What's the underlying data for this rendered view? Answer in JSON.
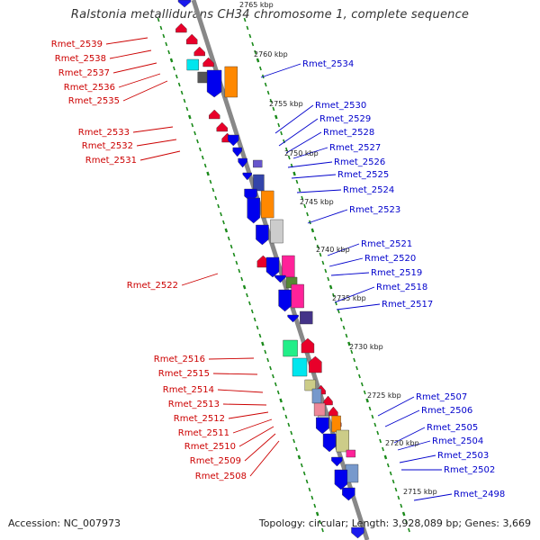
{
  "title": "Ralstonia metallidurans CH34 chromosome 1, complete sequence",
  "footer": {
    "accession": "Accession: NC_007973",
    "summary": "Topology: circular; Length: 3,928,089 bp; Genes: 3,669"
  },
  "colors": {
    "backbone": "#888888",
    "tick": "#1a8a1a",
    "forward_label": "#0000cc",
    "reverse_label": "#cc0000"
  },
  "kbp_markers": [
    "2765 kbp",
    "2760 kbp",
    "2755 kbp",
    "2750 kbp",
    "2745 kbp",
    "2740 kbp",
    "2735 kbp",
    "2730 kbp",
    "2725 kbp",
    "2720 kbp",
    "2715 kbp"
  ],
  "forward_genes": [
    "Rmet_2534",
    "Rmet_2530",
    "Rmet_2529",
    "Rmet_2528",
    "Rmet_2527",
    "Rmet_2526",
    "Rmet_2525",
    "Rmet_2524",
    "Rmet_2523",
    "Rmet_2521",
    "Rmet_2520",
    "Rmet_2519",
    "Rmet_2518",
    "Rmet_2517",
    "Rmet_2507",
    "Rmet_2506",
    "Rmet_2505",
    "Rmet_2504",
    "Rmet_2503",
    "Rmet_2502",
    "Rmet_2498"
  ],
  "reverse_genes": [
    "Rmet_2539",
    "Rmet_2538",
    "Rmet_2537",
    "Rmet_2536",
    "Rmet_2535",
    "Rmet_2533",
    "Rmet_2532",
    "Rmet_2531",
    "Rmet_2522",
    "Rmet_2516",
    "Rmet_2515",
    "Rmet_2514",
    "Rmet_2513",
    "Rmet_2512",
    "Rmet_2511",
    "Rmet_2510",
    "Rmet_2509",
    "Rmet_2508"
  ]
}
